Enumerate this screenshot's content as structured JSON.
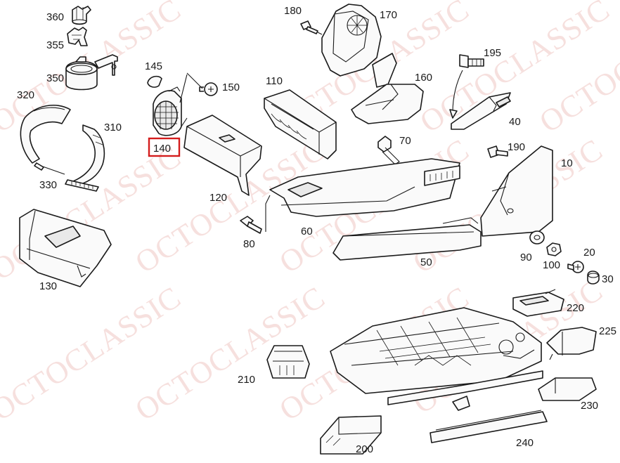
{
  "diagram": {
    "watermark": "OCTOCLASSIC",
    "highlighted_label": "140",
    "highlight_color": "#d41c1c",
    "watermark_color": "#f0c8c4",
    "labels": [
      "360",
      "355",
      "350",
      "145",
      "150",
      "140",
      "320",
      "310",
      "330",
      "130",
      "120",
      "110",
      "180",
      "170",
      "160",
      "195",
      "40",
      "70",
      "190",
      "10",
      "60",
      "80",
      "50",
      "90",
      "100",
      "20",
      "30",
      "220",
      "225",
      "210",
      "230",
      "200",
      "240"
    ]
  }
}
